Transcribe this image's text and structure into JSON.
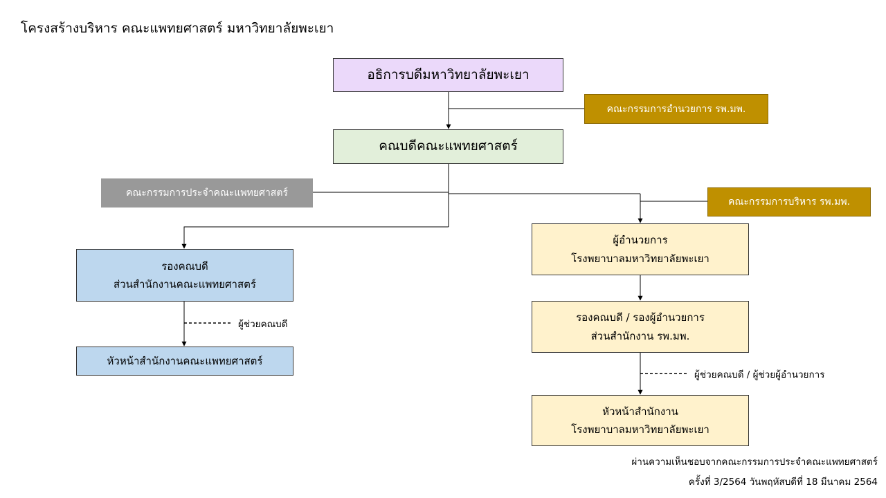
{
  "page": {
    "title": "โครงสร้างบริหาร คณะแพทยศาสตร์ มหาวิทยาลัยพะเยา"
  },
  "boxes": {
    "president": "อธิการบดีมหาวิทยาลัยพะเยา",
    "dean": "คณบดีคณะแพทยศาสตร์",
    "vice_dean_line1": "รองคณบดี",
    "vice_dean_line2": "ส่วนสำนักงานคณะแพทยศาสตร์",
    "head_office_faculty": "หัวหน้าสำนักงานคณะแพทยศาสตร์",
    "hospital_director_line1": "ผู้อำนวยการ",
    "hospital_director_line2": "โรงพยาบาลมหาวิทยาลัยพะเยา",
    "vice_hospital_line1": "รองคณบดี / รองผู้อำนวยการ",
    "vice_hospital_line2": "ส่วนสำนักงาน รพ.มพ.",
    "head_office_hospital_line1": "หัวหน้าสำนักงาน",
    "head_office_hospital_line2": "โรงพยาบาลมหาวิทยาลัยพะเยา"
  },
  "committees": {
    "hospital_board": "คณะกรรมการอำนวยการ รพ.มพ.",
    "faculty_committee": "คณะกรรมการประจำคณะแพทยศาสตร์",
    "hospital_admin": "คณะกรรมการบริหาร รพ.มพ."
  },
  "assistants": {
    "faculty": "ผู้ช่วยคณบดี",
    "hospital": "ผู้ช่วยคณบดี / ผู้ช่วยผู้อำนวยการ"
  },
  "footer": {
    "line1": "ผ่านความเห็นชอบจากคณะกรรมการประจำคณะแพทยศาสตร์",
    "line2": "ครั้งที่ 3/2564 วันพฤหัสบดีที่  18 มีนาคม 2564"
  },
  "colors": {
    "president_fill": "#EBD9FA",
    "dean_fill": "#E2EFDA",
    "faculty_fill": "#BDD7EE",
    "hospital_fill": "#FFF2CC",
    "committee_gold": "#BF9000",
    "committee_gray": "#999999"
  }
}
